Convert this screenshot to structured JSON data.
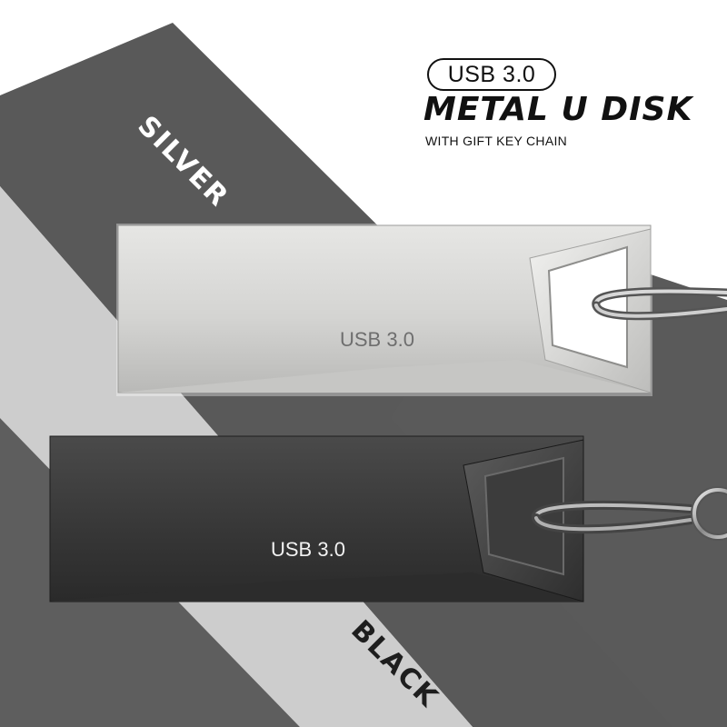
{
  "badge": "USB 3.0",
  "headline": "METAL U DISK",
  "subheadline": "WITH GIFT KEY CHAIN",
  "variants": [
    {
      "name": "SILVER",
      "body_label": "USB 3.0",
      "color": "#d2d2d0"
    },
    {
      "name": "BLACK",
      "body_label": "USB 3.0",
      "color": "#3a3a3a"
    }
  ],
  "colors": {
    "background": "#ffffff",
    "dark_stripe": "#595959",
    "light_stripe": "#cdcdcd",
    "text": "#111111"
  }
}
